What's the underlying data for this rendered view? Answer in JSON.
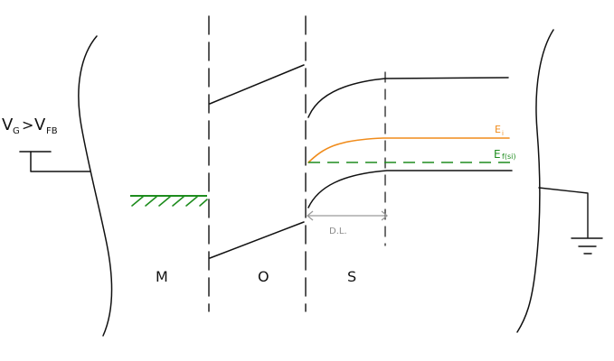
{
  "gate_voltage_label": "V",
  "gate_voltage_sub": "G",
  "gate_relation": ">",
  "flatband_label": "V",
  "flatband_sub": "FB",
  "intrinsic_level_label": "E",
  "intrinsic_level_sub": "i",
  "fermi_level_label": "E",
  "fermi_level_sub": "f(si)",
  "depletion_label": "D.L.",
  "region_labels": [
    "M",
    "O",
    "S"
  ],
  "colors": {
    "ink": "#111111",
    "intrinsic_level": "#f08c1c",
    "fermi_level": "#1e8c1e",
    "metal_hatch": "#1e8c1e",
    "depletion_arrow": "#9a9a9a"
  }
}
